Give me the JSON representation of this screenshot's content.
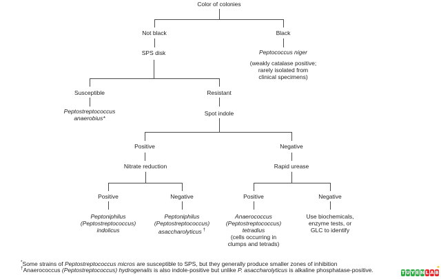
{
  "diagram": {
    "root": "Color of colonies",
    "not_black": "Not black",
    "black": "Black",
    "sps_disk": "SPS disk",
    "peptococcus_niger": {
      "name": "Peptococcus niger",
      "note_line1": "(weakly catalase positive;",
      "note_line2": "rarely isolated from",
      "note_line3": "clinical specimens)"
    },
    "susceptible": "Susceptible",
    "resistant": "Resistant",
    "anaerobius": {
      "line1": "Peptostreptococcus",
      "line2": "anaerobius*"
    },
    "spot_indole": "Spot indole",
    "indole_positive": "Positive",
    "indole_negative": "Negative",
    "nitrate_reduction": "Nitrate reduction",
    "rapid_urease": "Rapid urease",
    "nitrate_positive": "Positive",
    "nitrate_negative": "Negative",
    "urease_positive": "Positive",
    "urease_negative": "Negative",
    "indolicus": {
      "line1": "Peptoniphilus",
      "line2": "(Peptostreptococcus)",
      "line3": "indolicus"
    },
    "asaccharolyticus": {
      "line1": "Peptoniphilus",
      "line2": "(Peptostreptococcus)",
      "line3": "asaccharolyticus",
      "marker": "†"
    },
    "tetradius": {
      "line1": "Anaerococcus",
      "line2": "(Peptostreptococcus)",
      "line3": "tetradius",
      "line4": "(cells occurring in",
      "line5": "clumps and tetrads)"
    },
    "use_biochemicals": {
      "line1": "Use biochemicals,",
      "line2": "enzyme tests, or",
      "line3": "GLC to identify"
    }
  },
  "footnotes": {
    "f1": {
      "marker": "*",
      "pre": "Some strains of ",
      "italic": "Peptostreptococcus micros",
      "post": " are susceptible to SPS, but they generally produce smaller zones of inhibition"
    },
    "f2": {
      "marker": "†",
      "pre": "Anaerococcus ",
      "italic1": "(Peptostreptococcus) hydrogenalis",
      "mid": " is also indole-positive but unlike ",
      "italic2": "P. asaccharolyticus",
      "post": " is alkaline phosphatase-positive."
    }
  },
  "watermark": {
    "green_letters": [
      "T",
      "U",
      "Y",
      "E",
      "N"
    ],
    "red_letters": [
      "L",
      "A",
      "B"
    ],
    "star": "✦",
    "green_color": "#2faa44",
    "red_color": "#e8262a",
    "star_color": "#f8c81c"
  },
  "colors": {
    "background": "#ffffff",
    "text": "#222222",
    "line": "#4a4a4a"
  }
}
